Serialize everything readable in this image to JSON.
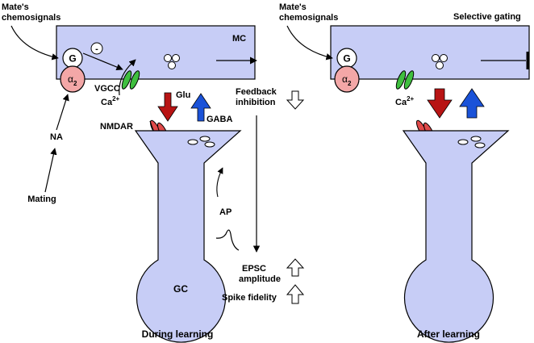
{
  "left": {
    "mates_chemosignals": [
      "Mate's",
      "chemosignals"
    ],
    "mc_label": "MC",
    "g_label": "G",
    "minus_label": "-",
    "alpha_label": "α",
    "alpha_sub": "2",
    "vgcc_label": "VGCC",
    "ca_label": "Ca",
    "ca_sup": "2+",
    "glu_label": "Glu",
    "gaba_label": "GABA",
    "nmdar_label": "NMDAR",
    "na_label": "NA",
    "mating_label": "Mating",
    "feedback_label": [
      "Feedback",
      "inhibition"
    ],
    "ap_label": "AP",
    "epsc_label": [
      "EPSC",
      "amplitude"
    ],
    "spike_label": "Spike fidelity",
    "gc_label": "GC",
    "caption": "During learning"
  },
  "right": {
    "mates_chemosignals": [
      "Mate's",
      "chemosignals"
    ],
    "selective_gating": "Selective gating",
    "g_label": "G",
    "alpha_label": "α",
    "alpha_sub": "2",
    "ca_label": "Ca",
    "ca_sup": "2+",
    "caption": "After learning"
  },
  "colors": {
    "cell_fill": "#c7cdf6",
    "g_fill": "#ffffff",
    "alpha_fill": "#f3a7a7",
    "vgcc_fill": "#3fbf3f",
    "nmdar_fill": "#e04a4a",
    "glu_arrow": "#b81414",
    "gaba_arrow": "#1a52d8"
  }
}
